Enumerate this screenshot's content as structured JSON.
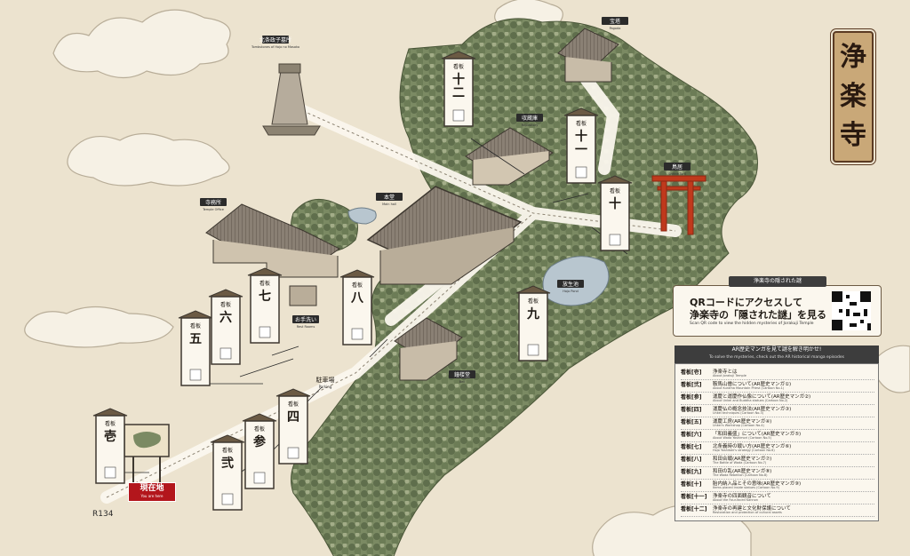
{
  "title_chars": [
    "浄",
    "楽",
    "寺"
  ],
  "page_number": "R134",
  "current_location": {
    "label": "現在地",
    "en": "You are here"
  },
  "buildings": {
    "tombstone": {
      "label": "北条政子墓所",
      "en": "Tombstones of Hojo no Masako"
    },
    "shrine_pagoda": {
      "label": "宝塔",
      "en": "Pagoda"
    },
    "treasure_hall": {
      "label": "収蔵庫",
      "en": "Repository"
    },
    "torii": {
      "label": "鳥居",
      "en": "Shrine Torii"
    },
    "main_hall": {
      "label": "本堂",
      "en": "Main hall"
    },
    "office": {
      "label": "寺務所",
      "en": "Temple Office"
    },
    "washroom": {
      "label": "お手洗い",
      "en": "Rest Rooms"
    },
    "pond": {
      "label": "放生池",
      "en": "Hojo Pond"
    },
    "parking": {
      "label": "駐車場",
      "en": "Parking"
    },
    "bell": {
      "label": "鐘楼堂",
      "en": "Bell"
    }
  },
  "signboards": [
    {
      "num": "壱",
      "head": "看板"
    },
    {
      "num": "弐",
      "head": "看板"
    },
    {
      "num": "参",
      "head": "看板"
    },
    {
      "num": "四",
      "head": "看板"
    },
    {
      "num": "五",
      "head": "看板"
    },
    {
      "num": "六",
      "head": "看板"
    },
    {
      "num": "七",
      "head": "看板"
    },
    {
      "num": "八",
      "head": "看板"
    },
    {
      "num": "九",
      "head": "看板"
    },
    {
      "num": "十",
      "head": "看板"
    },
    {
      "num": "十一",
      "head": "看板"
    },
    {
      "num": "十二",
      "head": "看板"
    }
  ],
  "qr_panel": {
    "header": "浄楽寺の隠された謎",
    "line1": "QRコードにアクセスして",
    "line2": "浄楽寺の「隠された謎」を見る",
    "en": "Scan QR code to view the hidden mysteries of Jorakuji Temple"
  },
  "legend": {
    "header": "AR歴史マンガを見て謎を解き明かせ!",
    "header_en": "To solve the mysteries, check out the AR historical manga episodes",
    "rows": [
      {
        "tag": "看板[壱]",
        "text": "浄楽寺とは",
        "en": "About Jorakuji Temple"
      },
      {
        "tag": "看板[弐]",
        "text": "鞍馬山僧について(AR歴史マンガ①)",
        "en": "About Kurama Mountain Priest (Cartoon No.1)"
      },
      {
        "tag": "看板[参]",
        "text": "運慶と運慶作仏像について(AR歴史マンガ②)",
        "en": "About Unkei and Buddha statues (Cartoon No.2)"
      },
      {
        "tag": "看板[四]",
        "text": "運慶仏の概念技法(AR歴史マンガ③)",
        "en": "Unkei techniques (Cartoon No.3)"
      },
      {
        "tag": "看板[五]",
        "text": "運慶工房(AR歴史マンガ④)",
        "en": "Unkei's Workshop (Cartoon No.4)"
      },
      {
        "tag": "看板[六]",
        "text": "「和田義盛」について(AR歴史マンガ⑤)",
        "en": "About Wada Yoshimori (Cartoon No.5)"
      },
      {
        "tag": "看板[七]",
        "text": "北条義時の戦い方(AR歴史マンガ⑥)",
        "en": "Hojo Yoshitoki's strategy (Cartoon No.6)"
      },
      {
        "tag": "看板[八]",
        "text": "和田合戦(AR歴史マンガ⑦)",
        "en": "The Battle of Wada (Cartoon No.7)"
      },
      {
        "tag": "看板[九]",
        "text": "和田の乱(AR歴史マンガ⑧)",
        "en": "The Wada Rebellion (Cartoon No.8)"
      },
      {
        "tag": "看板[十]",
        "text": "胎内納入品とその意味(AR歴史マンガ⑨)",
        "en": "Items placed inside statues (Cartoon No.9)"
      },
      {
        "tag": "看板[十一]",
        "text": "浄楽寺の四面観音について",
        "en": "About the Four-faced Kannon"
      },
      {
        "tag": "看板[十二]",
        "text": "浄楽寺の再建と文化財保護について",
        "en": "Restoration and protection of cultural assets"
      }
    ]
  },
  "colors": {
    "paper": "#ece3cf",
    "forest": "#5f6e4c",
    "roof": "#7b7166",
    "accent_red": "#b3161c",
    "torii": "#c0391c"
  }
}
